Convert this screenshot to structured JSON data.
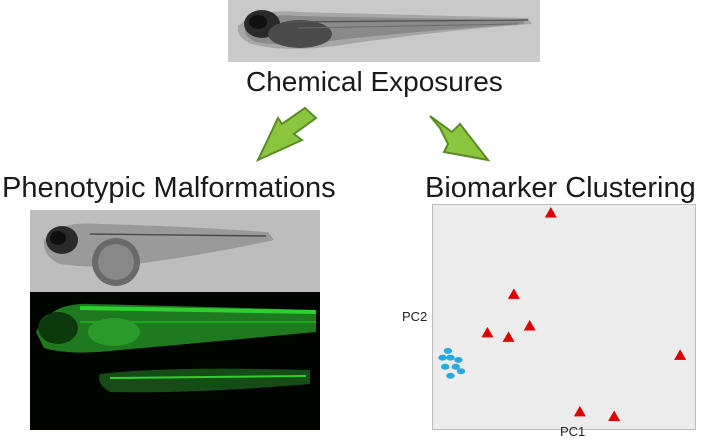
{
  "labels": {
    "chemical": "Chemical Exposures",
    "phenotypic": "Phenotypic Malformations",
    "biomarker": "Biomarker Clustering"
  },
  "icons": {
    "arrow_left": "green-arrow-down-left-icon",
    "arrow_right": "green-arrow-down-right-icon"
  },
  "colors": {
    "arrow_fill": "#8cc63f",
    "arrow_stroke": "#5a8a25",
    "treated": "#e00000",
    "control": "#29a8e0",
    "plot_bg": "#ececec",
    "fluorescence": "#2fcf2f"
  },
  "chart_data": {
    "type": "scatter",
    "title": "",
    "xlabel": "PC1",
    "ylabel": "PC2",
    "xlim": [
      0,
      100
    ],
    "ylim": [
      0,
      100
    ],
    "grid": false,
    "series": [
      {
        "marker": "triangle",
        "color": "#e00000",
        "points": [
          [
            45,
            96
          ],
          [
            31,
            60
          ],
          [
            21,
            43
          ],
          [
            37,
            46
          ],
          [
            29,
            41
          ],
          [
            94,
            33
          ],
          [
            56,
            8
          ],
          [
            69,
            6
          ]
        ]
      },
      {
        "marker": "ellipse",
        "color": "#29a8e0",
        "points": [
          [
            6,
            35
          ],
          [
            7,
            32
          ],
          [
            4,
            32
          ],
          [
            10,
            31
          ],
          [
            5,
            28
          ],
          [
            9,
            28
          ],
          [
            11,
            26
          ],
          [
            7,
            24
          ]
        ]
      }
    ]
  }
}
